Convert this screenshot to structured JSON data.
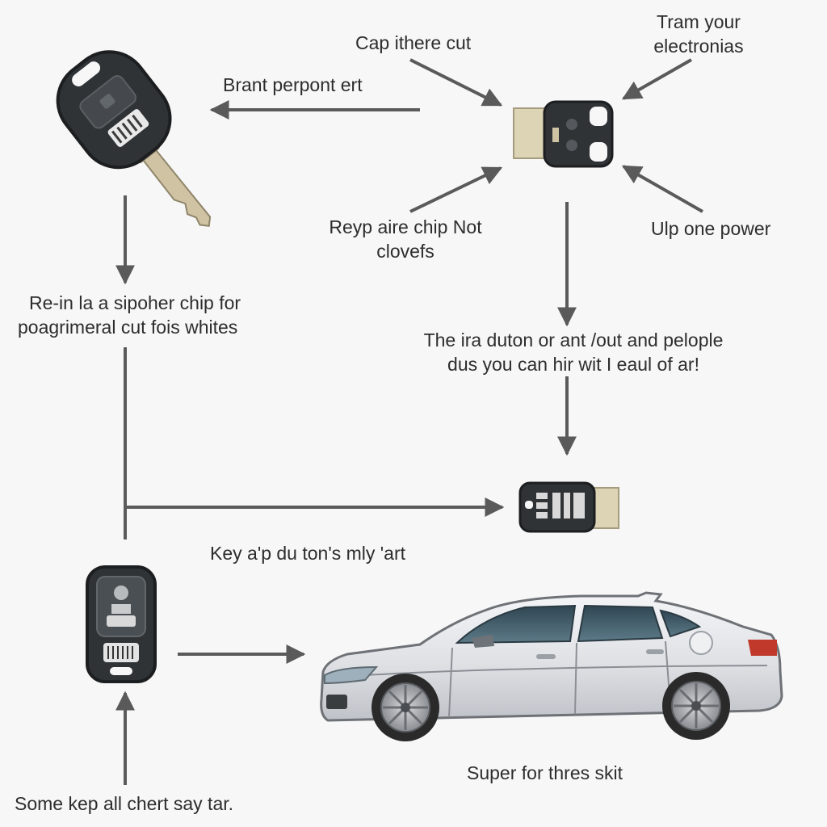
{
  "labels": {
    "cap_there_cut": "Cap ithere cut",
    "tram_your_electronics_l1": "Tram your",
    "tram_your_electronics_l2": "electronias",
    "brant_perpont": "Brant perpont ert",
    "reyp_aire_chip_l1": "Reyp aire chip Not",
    "reyp_aire_chip_l2": "clovefs",
    "ulp_one_power": "Ulp one power",
    "re_in_la_l1": "Re-in la a sipoher chip for",
    "re_in_la_l2": "poagrimeral cut fois whites",
    "the_ira_duton_l1": "The ira duton or ant /out and pelople",
    "the_ira_duton_l2": "dus you can hir wit I eaul of ar!",
    "key_ap_du_ton": "Key a'p du ton's mly 'art",
    "super_for_thres_skit": "Super for thres skit",
    "some_kep_all": "Some kep all chert say tar."
  },
  "colors": {
    "arrow": "#5a5a5a",
    "fob_body": "#2f3336",
    "fob_shadow": "#1c1e20",
    "key_blade": "#cfc3a3",
    "chip_contact": "#ddd3b5",
    "car_body": "#e4e6ea",
    "car_window": "#3e5866",
    "tire": "#2a2a2a",
    "taillight": "#c0392b"
  },
  "icons": [
    "car-key-fob-icon",
    "transponder-chip-icon",
    "key-programmer-icon",
    "remote-fob-icon",
    "sedan-car-icon"
  ]
}
